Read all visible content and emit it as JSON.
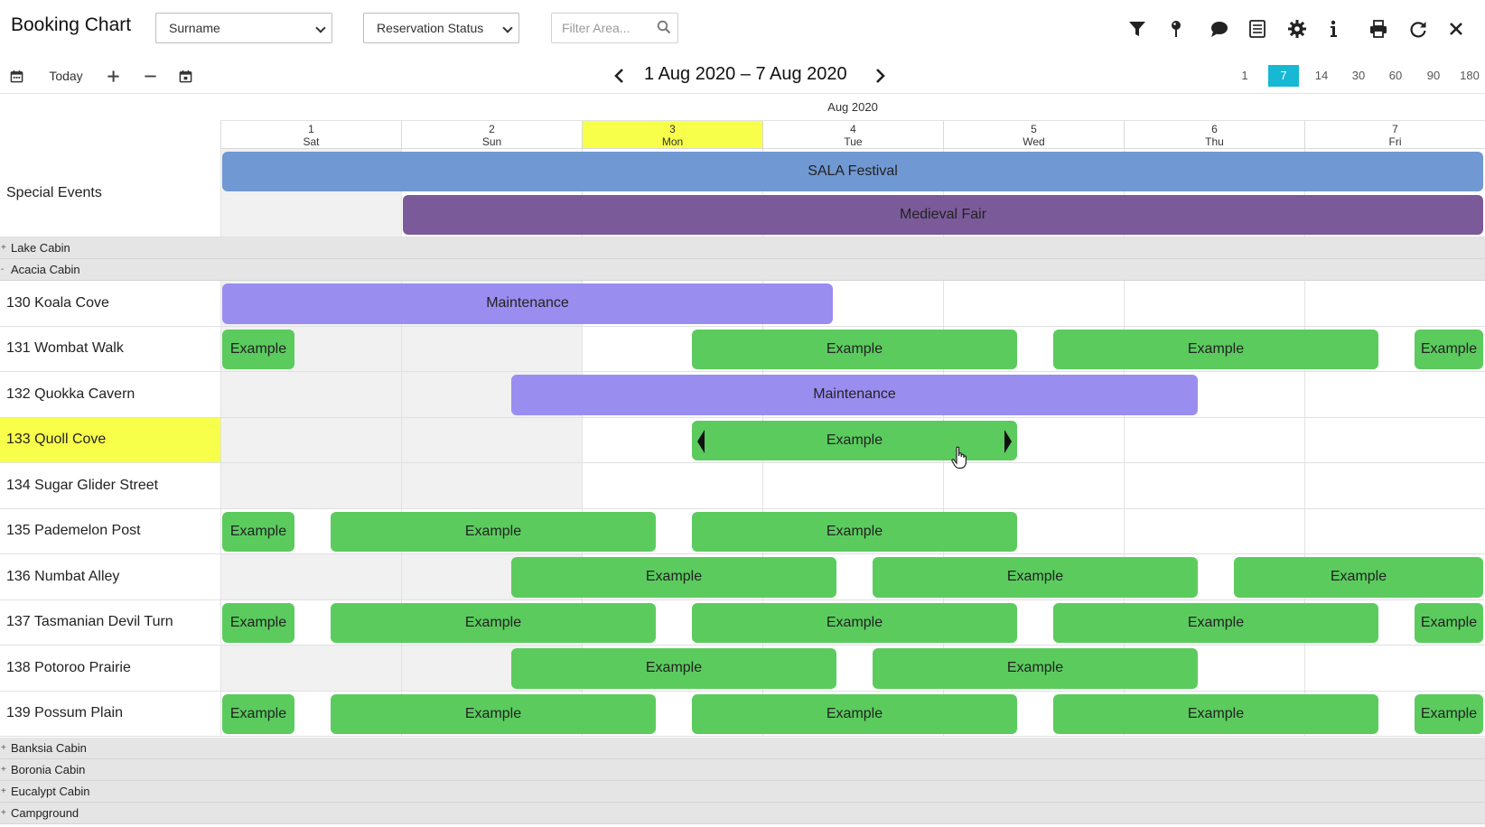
{
  "header": {
    "title": "Booking Chart",
    "surname_select": "Surname",
    "status_select": "Reservation Status",
    "filter_placeholder": "Filter Area..."
  },
  "toolbar": {
    "today_label": "Today",
    "range_label": "1 Aug 2020 – 7 Aug 2020",
    "zoom_options": [
      "1",
      "7",
      "14",
      "30",
      "60",
      "90",
      "180"
    ],
    "zoom_selected": "7"
  },
  "icons": {
    "top": [
      "filter-icon",
      "pin-icon",
      "comment-icon",
      "list-icon",
      "gear-icon",
      "info-icon",
      "print-icon",
      "refresh-icon",
      "close-icon"
    ],
    "toolbar": [
      "calendar-icon",
      "plus-icon",
      "minus-icon",
      "calendar-check-icon",
      "chevron-left-icon",
      "chevron-right-icon"
    ]
  },
  "colors": {
    "today": "#f8ff4a",
    "example_bar": "#5bcb5e",
    "maintenance_bar": "#9a8df0",
    "sala_festival": "#7098d2",
    "medieval_fair": "#7b5a99",
    "zoom_active": "#17b8d4"
  },
  "calendar": {
    "month": "Aug 2020",
    "days": [
      {
        "num": "1",
        "dow": "Sat"
      },
      {
        "num": "2",
        "dow": "Sun"
      },
      {
        "num": "3",
        "dow": "Mon"
      },
      {
        "num": "4",
        "dow": "Tue"
      },
      {
        "num": "5",
        "dow": "Wed"
      },
      {
        "num": "6",
        "dow": "Thu"
      },
      {
        "num": "7",
        "dow": "Fri"
      }
    ],
    "today_index": 2
  },
  "special_events": {
    "label": "Special Events",
    "events": [
      {
        "label": "SALA Festival",
        "start": 0,
        "end": 7
      },
      {
        "label": "Medieval Fair",
        "start": 1,
        "end": 7
      }
    ]
  },
  "groups": {
    "lake": "Lake Cabin",
    "acacia": "Acacia Cabin",
    "banksia": "Banksia Cabin",
    "boronia": "Boronia Cabin",
    "eucalypt": "Eucalypt Cabin",
    "campground": "Campground"
  },
  "units": [
    {
      "name": "130 Koala Cove",
      "bookings": [
        {
          "label": "Maintenance",
          "type": "maintenance",
          "start": 0,
          "end": 3.4
        }
      ]
    },
    {
      "name": "131 Wombat Walk",
      "bookings": [
        {
          "label": "Example",
          "type": "example",
          "start": 0,
          "end": 0.42
        },
        {
          "label": "Example",
          "type": "example",
          "start": 2.6,
          "end": 4.42
        },
        {
          "label": "Example",
          "type": "example",
          "start": 4.6,
          "end": 6.42
        },
        {
          "label": "Example",
          "type": "example",
          "start": 6.6,
          "end": 7
        }
      ]
    },
    {
      "name": "132 Quokka Cavern",
      "bookings": [
        {
          "label": "Maintenance",
          "type": "maintenance",
          "start": 1.6,
          "end": 5.42
        }
      ]
    },
    {
      "name": "133 Quoll Cove",
      "bookings": [
        {
          "label": "Example",
          "type": "example",
          "start": 2.6,
          "end": 4.42,
          "selected": true
        }
      ]
    },
    {
      "name": "134 Sugar Glider Street",
      "bookings": []
    },
    {
      "name": "135 Pademelon Post",
      "bookings": [
        {
          "label": "Example",
          "type": "example",
          "start": 0,
          "end": 0.42
        },
        {
          "label": "Example",
          "type": "example",
          "start": 0.6,
          "end": 2.42
        },
        {
          "label": "Example",
          "type": "example",
          "start": 2.6,
          "end": 4.42
        }
      ]
    },
    {
      "name": "136 Numbat Alley",
      "bookings": [
        {
          "label": "Example",
          "type": "example",
          "start": 1.6,
          "end": 3.42
        },
        {
          "label": "Example",
          "type": "example",
          "start": 3.6,
          "end": 5.42
        },
        {
          "label": "Example",
          "type": "example",
          "start": 5.6,
          "end": 7
        }
      ]
    },
    {
      "name": "137 Tasmanian Devil Turn",
      "bookings": [
        {
          "label": "Example",
          "type": "example",
          "start": 0,
          "end": 0.42
        },
        {
          "label": "Example",
          "type": "example",
          "start": 0.6,
          "end": 2.42
        },
        {
          "label": "Example",
          "type": "example",
          "start": 2.6,
          "end": 4.42
        },
        {
          "label": "Example",
          "type": "example",
          "start": 4.6,
          "end": 6.42
        },
        {
          "label": "Example",
          "type": "example",
          "start": 6.6,
          "end": 7
        }
      ]
    },
    {
      "name": "138 Potoroo Prairie",
      "bookings": [
        {
          "label": "Example",
          "type": "example",
          "start": 1.6,
          "end": 3.42
        },
        {
          "label": "Example",
          "type": "example",
          "start": 3.6,
          "end": 5.42
        }
      ]
    },
    {
      "name": "139 Possum Plain",
      "bookings": [
        {
          "label": "Example",
          "type": "example",
          "start": 0,
          "end": 0.42
        },
        {
          "label": "Example",
          "type": "example",
          "start": 0.6,
          "end": 2.42
        },
        {
          "label": "Example",
          "type": "example",
          "start": 2.6,
          "end": 4.42
        },
        {
          "label": "Example",
          "type": "example",
          "start": 4.6,
          "end": 6.42
        },
        {
          "label": "Example",
          "type": "example",
          "start": 6.6,
          "end": 7
        }
      ]
    }
  ],
  "highlighted_unit": "133 Quoll Cove"
}
